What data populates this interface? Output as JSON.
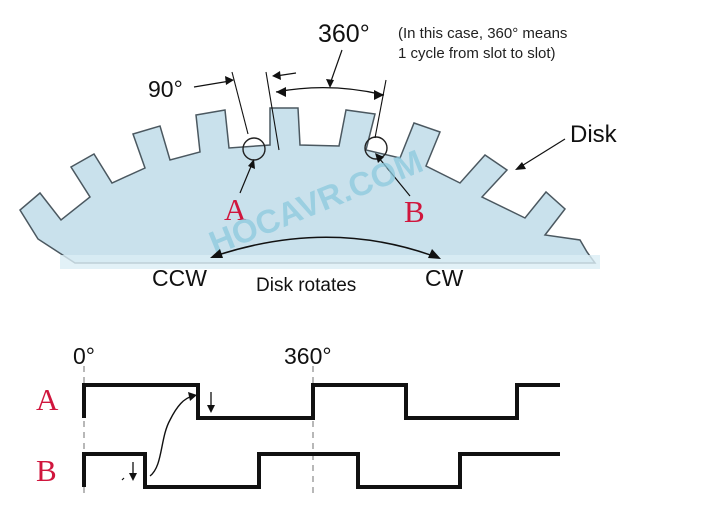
{
  "annotations": {
    "top_angle": "360°",
    "top_note_line1": "(In this case, 360° means",
    "top_note_line2": "1 cycle from slot to slot)",
    "left_angle": "90°",
    "disk_label": "Disk",
    "sensor_a": "A",
    "sensor_b": "B",
    "watermark": "HOCAVR.COM",
    "ccw": "CCW",
    "cw": "CW",
    "rotation_label": "Disk rotates"
  },
  "waveform": {
    "start_label": "0°",
    "cycle_label": "360°",
    "channel_a": "A",
    "channel_b": "B"
  },
  "colors": {
    "disk_fill": "#c9e1ec",
    "disk_stroke": "#4b5860",
    "sensor_label": "#d0163d",
    "watermark": "#8cc9de",
    "line": "#111111"
  }
}
